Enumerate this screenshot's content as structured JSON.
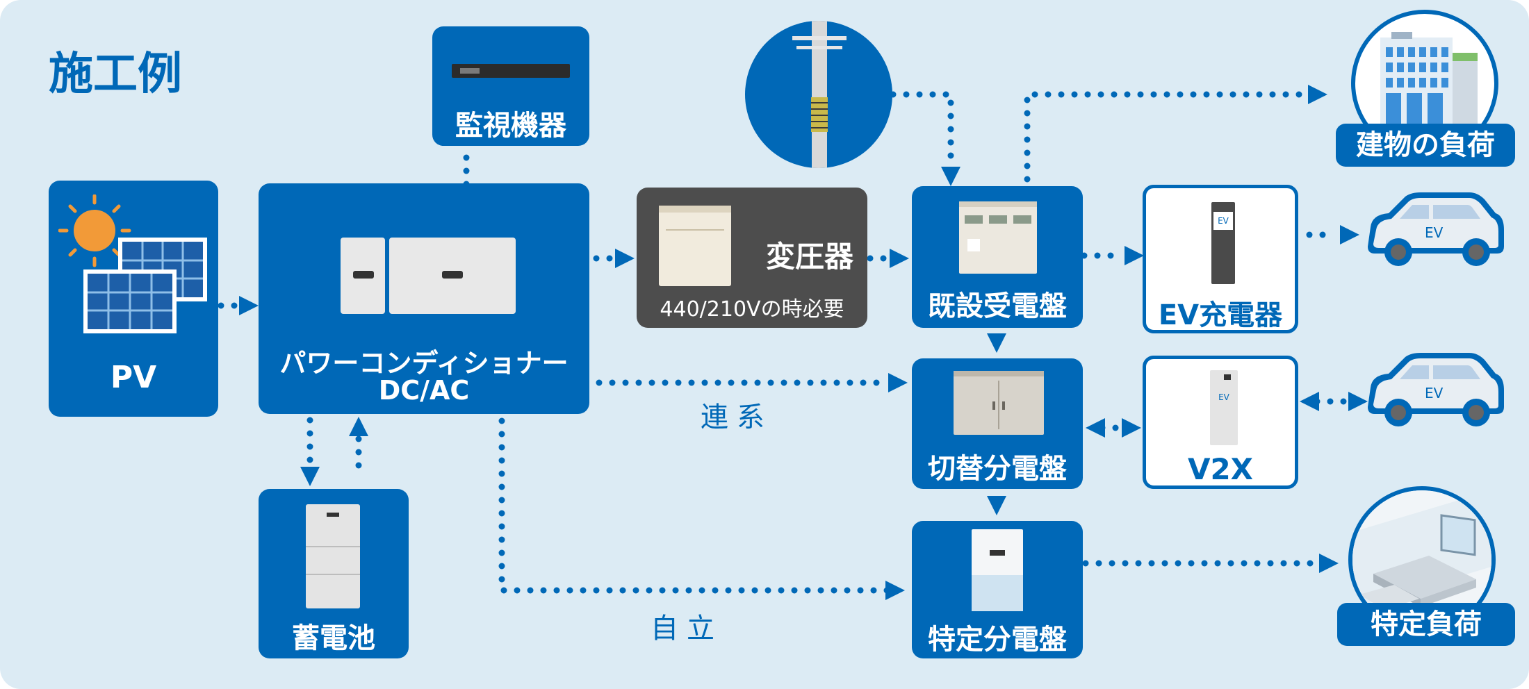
{
  "title": "施工例",
  "nodes": {
    "pv": "PV",
    "pcs_line1": "パワーコンディショナー",
    "pcs_line2": "DC/AC",
    "monitor": "監視機器",
    "battery": "蓄電池",
    "transformer": "変圧器",
    "transformer_note": "440/210Vの時必要",
    "existing_panel": "既設受電盤",
    "switch_panel": "切替分電盤",
    "specific_panel": "特定分電盤",
    "ev_charger": "EV充電器",
    "v2x": "V2X",
    "building_load": "建物の負荷",
    "specific_load": "特定負荷",
    "ev_badge": "EV"
  },
  "flows": {
    "grid_tied": "連系",
    "independent": "自立"
  },
  "colors": {
    "primary": "#0068b7",
    "background": "#dcebf4",
    "transformer_box": "#4d4d4d"
  }
}
